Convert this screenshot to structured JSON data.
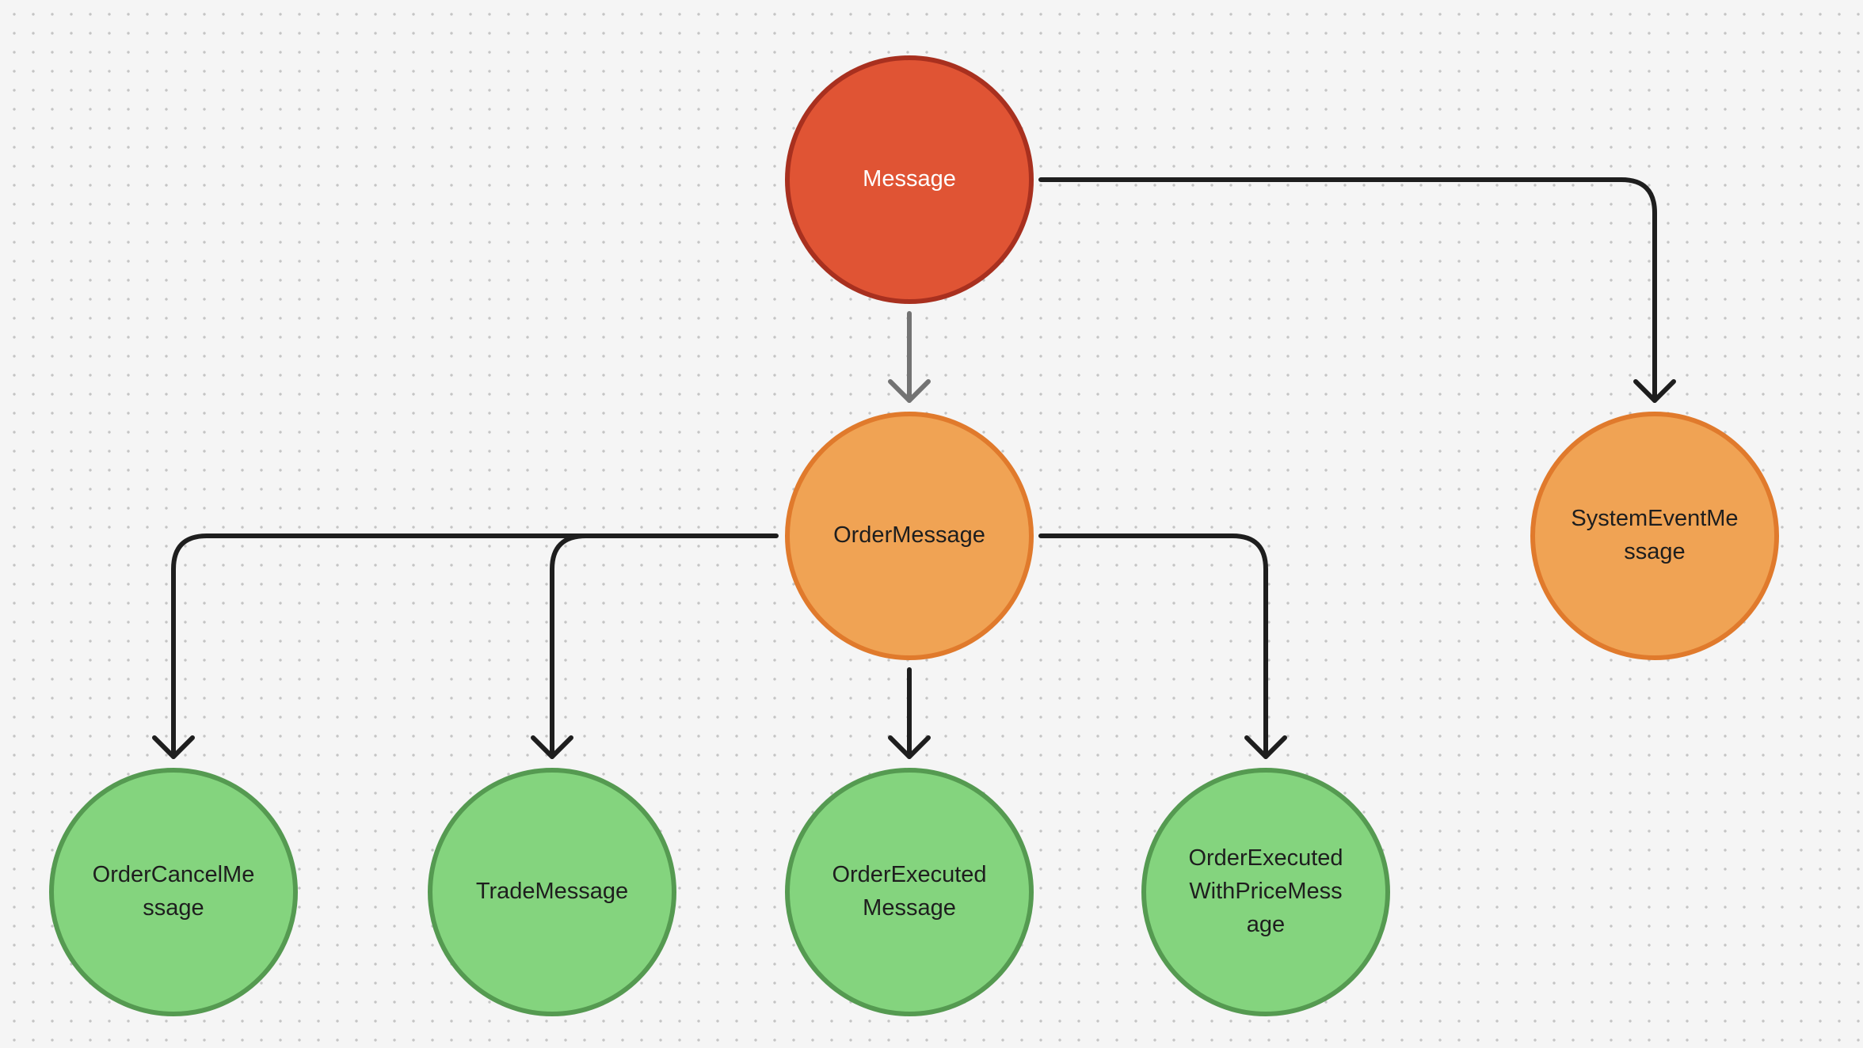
{
  "diagram": {
    "colors": {
      "root_fill": "#e05434",
      "root_stroke": "#a8301f",
      "mid_fill": "#f0a354",
      "mid_stroke": "#e07a2c",
      "leaf_fill": "#84d47e",
      "leaf_stroke": "#559a51",
      "edge_dark": "#1e1e1e",
      "edge_gray": "#737373",
      "label_light": "#ffffff",
      "label_dark": "#1e1e1e"
    },
    "nodes": {
      "message": {
        "lines": [
          "Message"
        ]
      },
      "order_message": {
        "lines": [
          "OrderMessage"
        ]
      },
      "system_event_message": {
        "lines": [
          "SystemEventMe",
          "ssage"
        ]
      },
      "order_cancel_message": {
        "lines": [
          "OrderCancelMe",
          "ssage"
        ]
      },
      "trade_message": {
        "lines": [
          "TradeMessage"
        ]
      },
      "order_executed_message": {
        "lines": [
          "OrderExecuted",
          "Message"
        ]
      },
      "order_executed_with_price_message": {
        "lines": [
          "OrderExecuted",
          "WithPriceMess",
          "age"
        ]
      }
    },
    "edges": [
      {
        "from": "message",
        "to": "order_message"
      },
      {
        "from": "message",
        "to": "system_event_message"
      },
      {
        "from": "order_message",
        "to": "order_cancel_message"
      },
      {
        "from": "order_message",
        "to": "trade_message"
      },
      {
        "from": "order_message",
        "to": "order_executed_message"
      },
      {
        "from": "order_message",
        "to": "order_executed_with_price_message"
      }
    ]
  }
}
